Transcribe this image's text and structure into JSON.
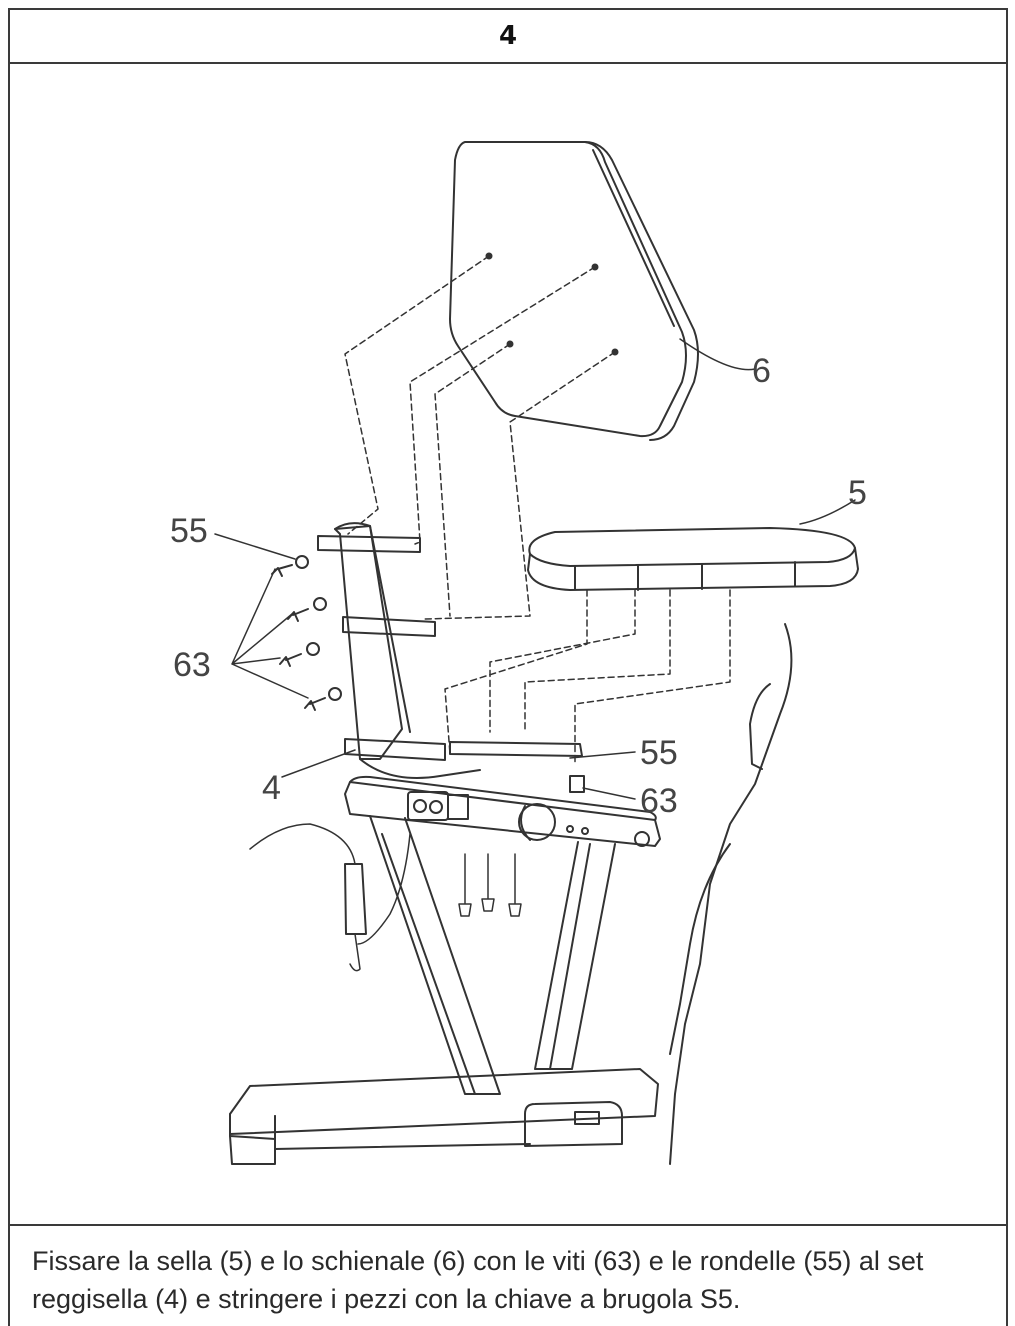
{
  "step": {
    "number": "4"
  },
  "callouts": {
    "backrest": "6",
    "seat": "5",
    "washer_top": "55",
    "screws": "63",
    "seat_post": "4",
    "washer_right": "55",
    "screw_right": "63"
  },
  "instruction": {
    "line1": "Fissare la sella (5) e lo schienale (6) con le viti (63) e le rondelle (55) al set",
    "line2": "reggisella (4) e stringere i pezzi con la chiave a brugola S5."
  }
}
